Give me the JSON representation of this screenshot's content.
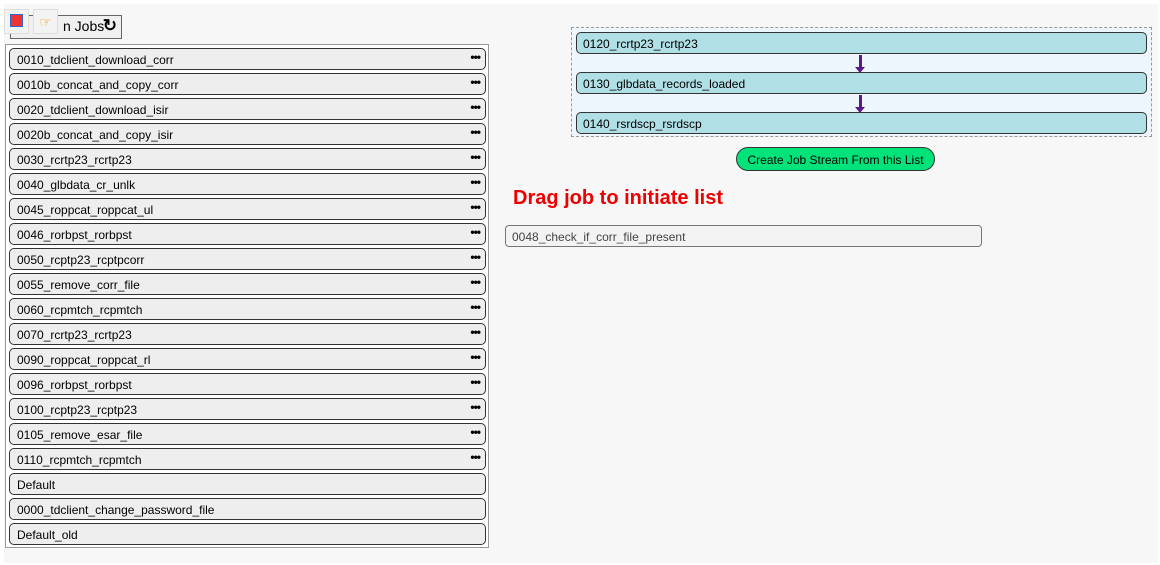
{
  "header": {
    "title": "n Jobs",
    "refresh_icon": "refresh-icon"
  },
  "jobs": [
    {
      "label": "0010_tdclient_download_corr",
      "menu": true
    },
    {
      "label": "0010b_concat_and_copy_corr",
      "menu": true
    },
    {
      "label": "0020_tdclient_download_isir",
      "menu": true
    },
    {
      "label": "0020b_concat_and_copy_isir",
      "menu": true
    },
    {
      "label": "0030_rcrtp23_rcrtp23",
      "menu": true
    },
    {
      "label": "0040_glbdata_cr_unlk",
      "menu": true
    },
    {
      "label": "0045_roppcat_roppcat_ul",
      "menu": true
    },
    {
      "label": "0046_rorbpst_rorbpst",
      "menu": true
    },
    {
      "label": "0050_rcptp23_rcptpcorr",
      "menu": true
    },
    {
      "label": "0055_remove_corr_file",
      "menu": true
    },
    {
      "label": "0060_rcpmtch_rcpmtch",
      "menu": true
    },
    {
      "label": "0070_rcrtp23_rcrtp23",
      "menu": true
    },
    {
      "label": "0090_roppcat_roppcat_rl",
      "menu": true
    },
    {
      "label": "0096_rorbpst_rorbpst",
      "menu": true
    },
    {
      "label": "0100_rcptp23_rcptp23",
      "menu": true
    },
    {
      "label": "0105_remove_esar_file",
      "menu": true
    },
    {
      "label": "0110_rcpmtch_rcpmtch",
      "menu": true
    },
    {
      "label": "Default",
      "menu": false
    },
    {
      "label": "0000_tdclient_change_password_file",
      "menu": false
    },
    {
      "label": "Default_old",
      "menu": false
    }
  ],
  "menu_glyph": "•••",
  "stream": [
    "0120_rcrtp23_rcrtp23",
    "0130_glbdata_records_loaded",
    "0140_rsrdscp_rsrdscp"
  ],
  "create_button": "Create Job Stream From this List",
  "drag_hint": "Drag job to initiate list",
  "loose_job": "0048_check_if_corr_file_present"
}
